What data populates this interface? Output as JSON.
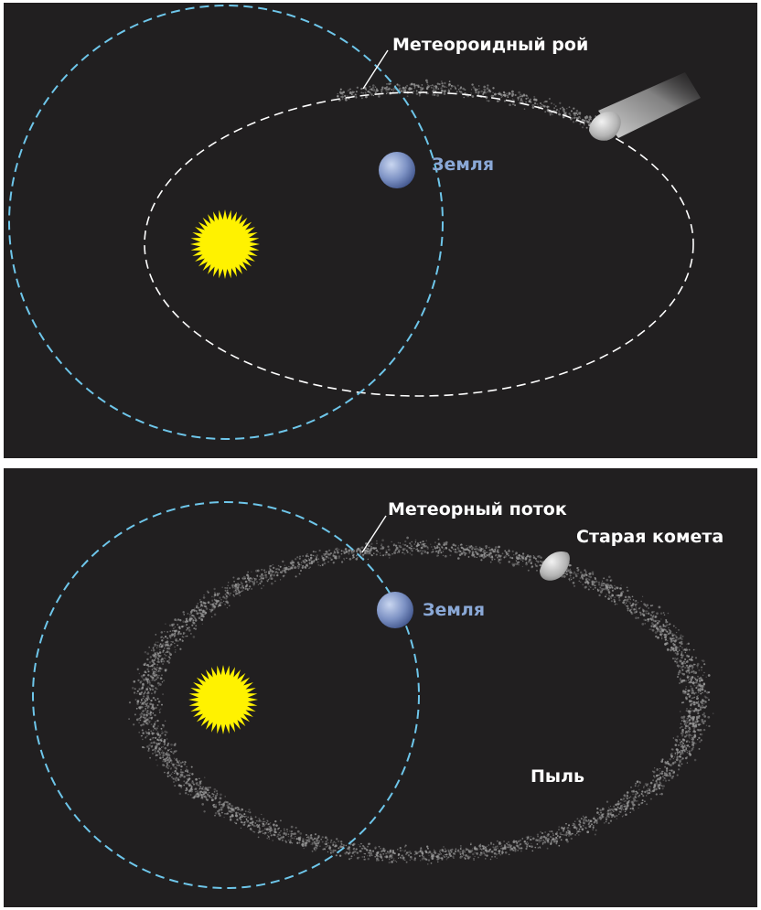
{
  "top": {
    "swarm_label": "Метеороидный рой",
    "earth_label": "Земля"
  },
  "bottom": {
    "stream_label": "Метеорный поток",
    "earth_label": "Земля",
    "comet_label": "Старая комета",
    "dust_label": "Пыль"
  },
  "colors": {
    "background": "#211f20",
    "earth_orbit": "#6ec6ea",
    "comet_orbit": "#ffffff",
    "sun": "#fff200",
    "earth_label": "#8aa8d6",
    "label": "#ffffff",
    "dust": "#9a9a9a"
  },
  "icons": [
    "sun-icon",
    "earth-icon",
    "comet-icon"
  ]
}
